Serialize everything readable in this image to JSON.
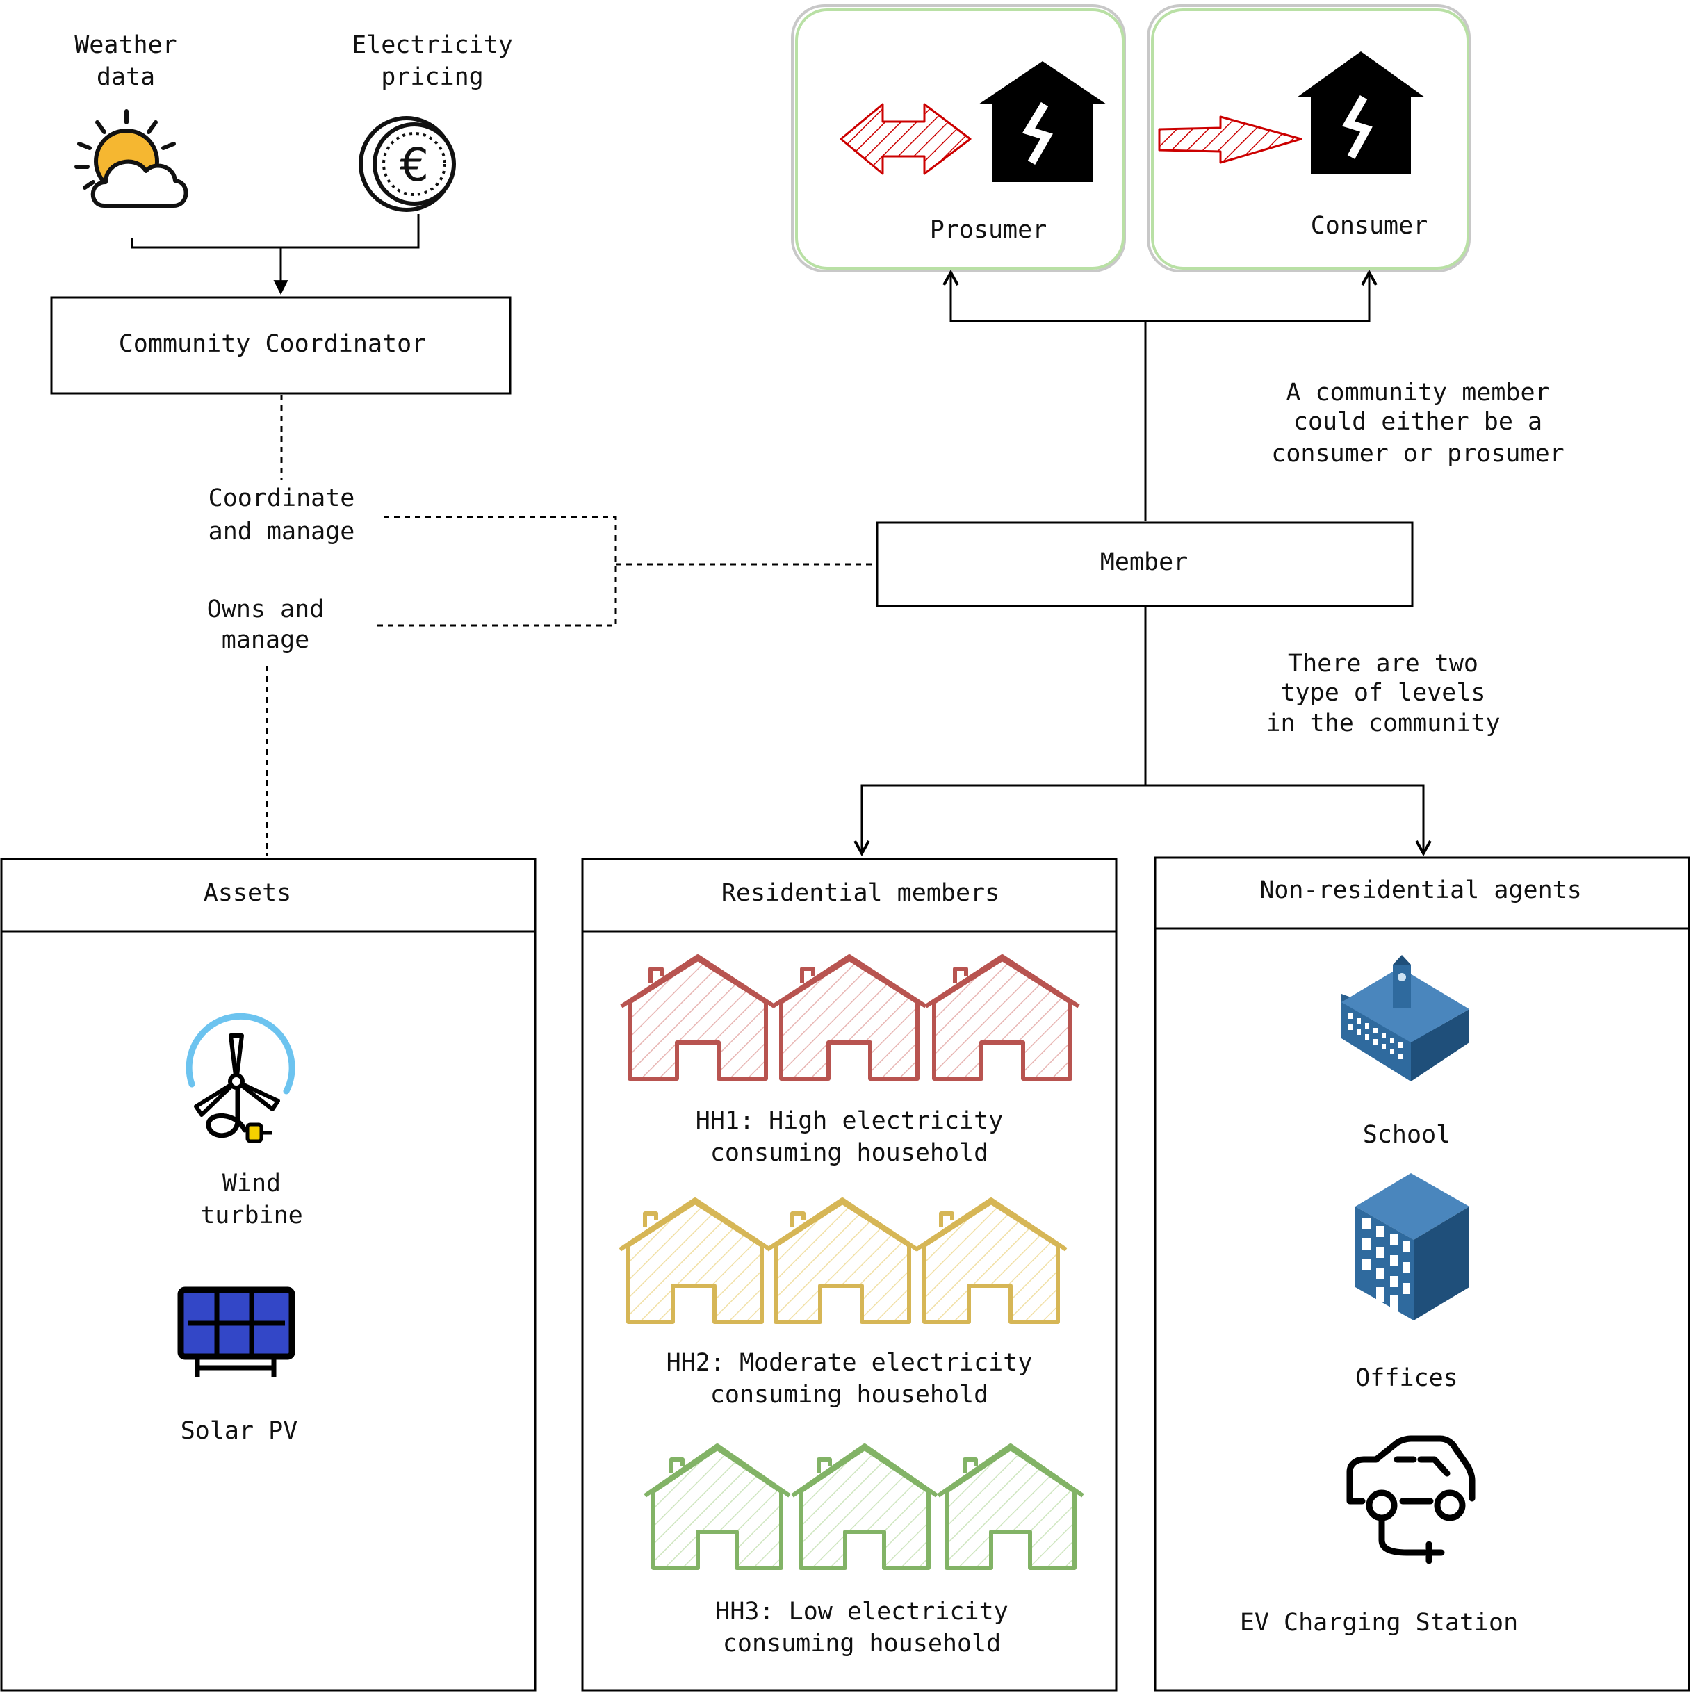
{
  "inputs": {
    "weather_line1": "Weather",
    "weather_line2": "data",
    "pricing_line1": "Electricity",
    "pricing_line2": "pricing"
  },
  "coordinator": {
    "label": "Community Coordinator"
  },
  "relations": {
    "coordinate_line1": "Coordinate",
    "coordinate_line2": "and manage",
    "owns_line1": "Owns and",
    "owns_line2": "manage"
  },
  "member": {
    "label": "Member",
    "note_types_line1": "A community member",
    "note_types_line2": "could either be a",
    "note_types_line3": "consumer or prosumer",
    "note_levels_line1": "There are two",
    "note_levels_line2": "type of levels",
    "note_levels_line3": "in the community"
  },
  "member_types": {
    "prosumer": "Prosumer",
    "consumer": "Consumer"
  },
  "assets": {
    "title": "Assets",
    "wind_line1": "Wind",
    "wind_line2": "turbine",
    "solar": "Solar PV"
  },
  "residential": {
    "title": "Residential members",
    "hh1_line1": "HH1: High electricity",
    "hh1_line2": "consuming household",
    "hh2_line1": "HH2: Moderate electricity",
    "hh2_line2": "consuming household",
    "hh3_line1": "HH3: Low electricity",
    "hh3_line2": "consuming household"
  },
  "non_residential": {
    "title": "Non-residential agents",
    "school": "School",
    "offices": "Offices",
    "ev": "EV Charging Station"
  },
  "colors": {
    "high": "#b85450",
    "moderate": "#d6b656",
    "low": "#82b366",
    "arrow_red": "#cc0000",
    "frame_green": "#b9e0a5",
    "building_blue": "#2f6a9e",
    "solar_blue": "#3347c7",
    "sun": "#f5b731",
    "wind_arc": "#6cc3ef"
  }
}
